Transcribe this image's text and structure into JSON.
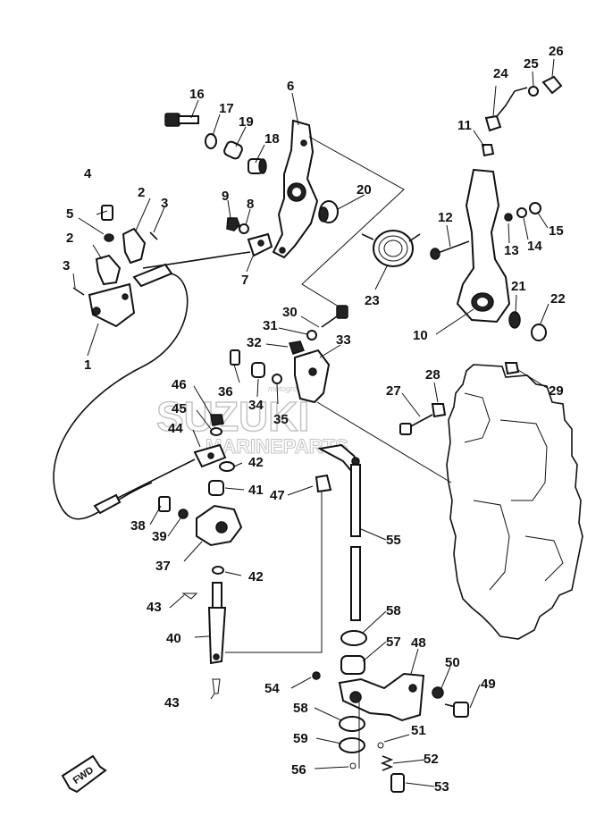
{
  "watermark": {
    "brand": "SUZUKI",
    "tagline": "MARINEPARTS",
    "small": "motogroupnet"
  },
  "fwd_label": "FWD",
  "part_numbers": [
    "1",
    "2",
    "2",
    "3",
    "3",
    "4",
    "5",
    "6",
    "7",
    "8",
    "9",
    "10",
    "11",
    "12",
    "13",
    "14",
    "15",
    "16",
    "17",
    "18",
    "19",
    "20",
    "21",
    "22",
    "23",
    "24",
    "25",
    "26",
    "27",
    "28",
    "29",
    "30",
    "31",
    "32",
    "33",
    "34",
    "35",
    "36",
    "37",
    "38",
    "39",
    "40",
    "41",
    "42",
    "42",
    "43",
    "43",
    "44",
    "45",
    "46",
    "47",
    "48",
    "49",
    "50",
    "51",
    "52",
    "53",
    "54",
    "55",
    "56",
    "57",
    "58",
    "58",
    "59"
  ]
}
